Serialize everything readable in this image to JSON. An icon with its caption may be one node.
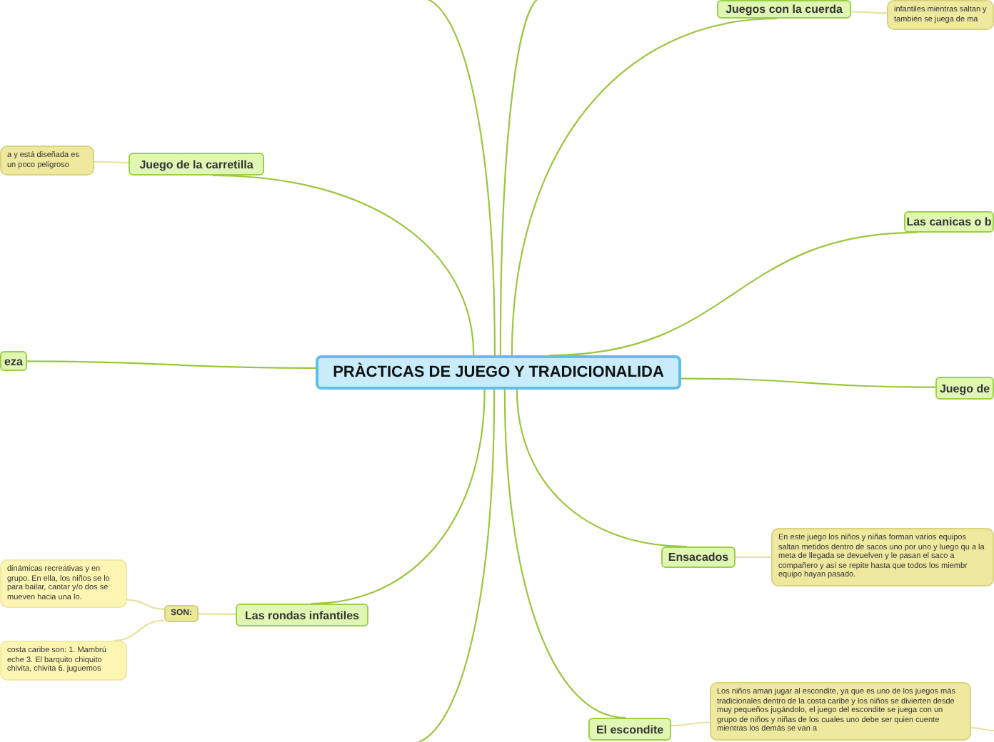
{
  "diagram": {
    "nodes": [
      {
        "text": [
          "PRÀCTICAS DE JUEGO Y TRADICIONALIDA"
        ]
      },
      {
        "text": [
          "Juegos con la cuerda"
        ]
      },
      {
        "text": [
          "infantiles mientras saltan y también se juega de ma"
        ]
      },
      {
        "text": [
          "Juego de la carretilla"
        ]
      },
      {
        "text": [
          "a y está diseñada es un poco peligroso"
        ]
      },
      {
        "text": [
          "Las canicas o b"
        ]
      },
      {
        "text": [
          "eza"
        ]
      },
      {
        "text": [
          "Juego de"
        ]
      },
      {
        "text": [
          "Ensacados"
        ]
      },
      {
        "text": [
          "En este juego los niños y niñas forman varios equipos saltan metidos dentro de sacos uno por uno y luego qu a la meta de llegada se devuelven y le pasan el saco a compañero y así se repite hasta que todos los miembr equipo hayan pasado."
        ]
      },
      {
        "text": [
          "Las rondas infantiles"
        ]
      },
      {
        "text": [
          "SON:"
        ]
      },
      {
        "text": [
          "dinámicas recreativas y en grupo. En ella, los niños se lo para bailar, cantar y/o dos se mueven hacia una lo."
        ]
      },
      {
        "text": [
          "costa caribe son: 1. Mambrú eche 3. El barquito chiquito chivita, chivita 6. juguemos"
        ]
      },
      {
        "text": [
          "El escondite"
        ]
      },
      {
        "text": [
          "Los niños aman jugar al escondite, ya que es uno de los juegos más tradicionales dentro de la costa caribe y los niños se divierten desde muy pequeños jugándolo, el juego del escondite se juega con un grupo de niños y niñas de los cuales uno debe ser quien cuente mientras los demás se van a"
        ]
      }
    ],
    "edges": [
      {
        "from": 0,
        "to": 1,
        "arrow": "none"
      },
      {
        "from": 1,
        "to": 2,
        "arrow": "none",
        "color": "#e6e2a2"
      },
      {
        "from": 0,
        "to": 3,
        "arrow": "none"
      },
      {
        "from": 3,
        "to": 4,
        "arrow": "none",
        "color": "#e6e2a2"
      },
      {
        "from": 0,
        "to": 5,
        "arrow": "none"
      },
      {
        "from": 0,
        "to": 6,
        "arrow": "none"
      },
      {
        "from": 0,
        "to": 7,
        "arrow": "none"
      },
      {
        "from": 0,
        "to": 8,
        "arrow": "none"
      },
      {
        "from": 8,
        "to": 9,
        "arrow": "none",
        "color": "#e6e2a2"
      },
      {
        "from": 0,
        "to": 10,
        "arrow": "none"
      },
      {
        "from": 10,
        "to": 11,
        "arrow": "none",
        "color": "#e6e2a2"
      },
      {
        "from": 11,
        "to": 12,
        "arrow": "none",
        "color": "#e6e2a2"
      },
      {
        "from": 11,
        "to": 13,
        "arrow": "none",
        "color": "#e6e2a2"
      },
      {
        "from": 0,
        "to": 14,
        "arrow": "none"
      },
      {
        "from": 14,
        "to": 15,
        "arrow": "none",
        "color": "#e6e2a2"
      },
      {
        "from": 0,
        "to": null,
        "arrow": "none"
      },
      {
        "from": 0,
        "to": null,
        "arrow": "none"
      },
      {
        "from": 0,
        "to": null,
        "arrow": "none"
      },
      {
        "from": 15,
        "to": null,
        "arrow": "none",
        "color": "#e6e2a2"
      }
    ]
  }
}
